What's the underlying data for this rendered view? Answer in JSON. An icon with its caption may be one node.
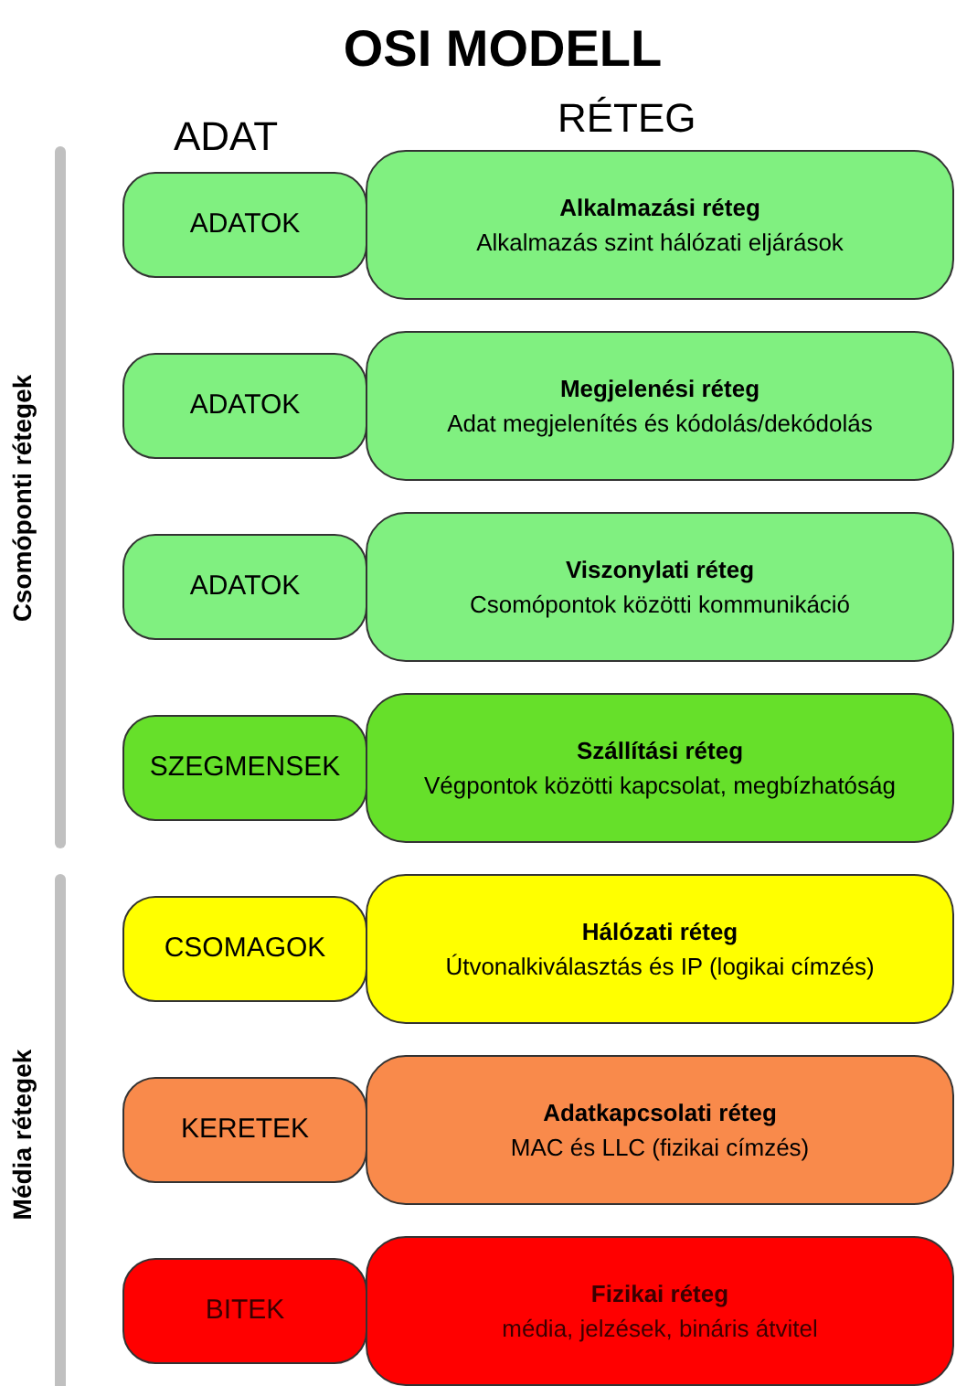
{
  "diagram": {
    "title": "OSI MODELL",
    "nodes": [
      {
        "text": [
          "ADATOK"
        ]
      },
      {
        "text": [
          "Alkalmazási réteg",
          "Alkalmazás szint  hálózati eljárások"
        ]
      },
      {
        "text": [
          "ADATOK"
        ]
      },
      {
        "text": [
          "Megjelenési réteg",
          "Adat megjelenítés és kódolás/dekódolás"
        ]
      },
      {
        "text": [
          "ADATOK"
        ]
      },
      {
        "text": [
          "Viszonylati réteg",
          "Csomópontok közötti kommunikáció"
        ]
      },
      {
        "text": [
          "SZEGMENSEK"
        ]
      },
      {
        "text": [
          "Szállítási réteg",
          "Végpontok közötti kapcsolat, megbízhatóság"
        ]
      },
      {
        "text": [
          "CSOMAGOK"
        ]
      },
      {
        "text": [
          "Hálózati réteg",
          "Útvonalkiválasztás és IP (logikai címzés)"
        ]
      },
      {
        "text": [
          "KERETEK"
        ]
      },
      {
        "text": [
          "Adatkapcsolati réteg",
          "MAC és LLC (fizikai címzés)"
        ]
      },
      {
        "text": [
          "BITEK"
        ]
      },
      {
        "text": [
          "Fizikai réteg",
          "média, jelzések, bináris átvitel"
        ]
      }
    ],
    "labels": [
      "ADAT",
      "RÉTEG",
      "Csomóponti rétegek",
      "Média rétegek"
    ]
  }
}
